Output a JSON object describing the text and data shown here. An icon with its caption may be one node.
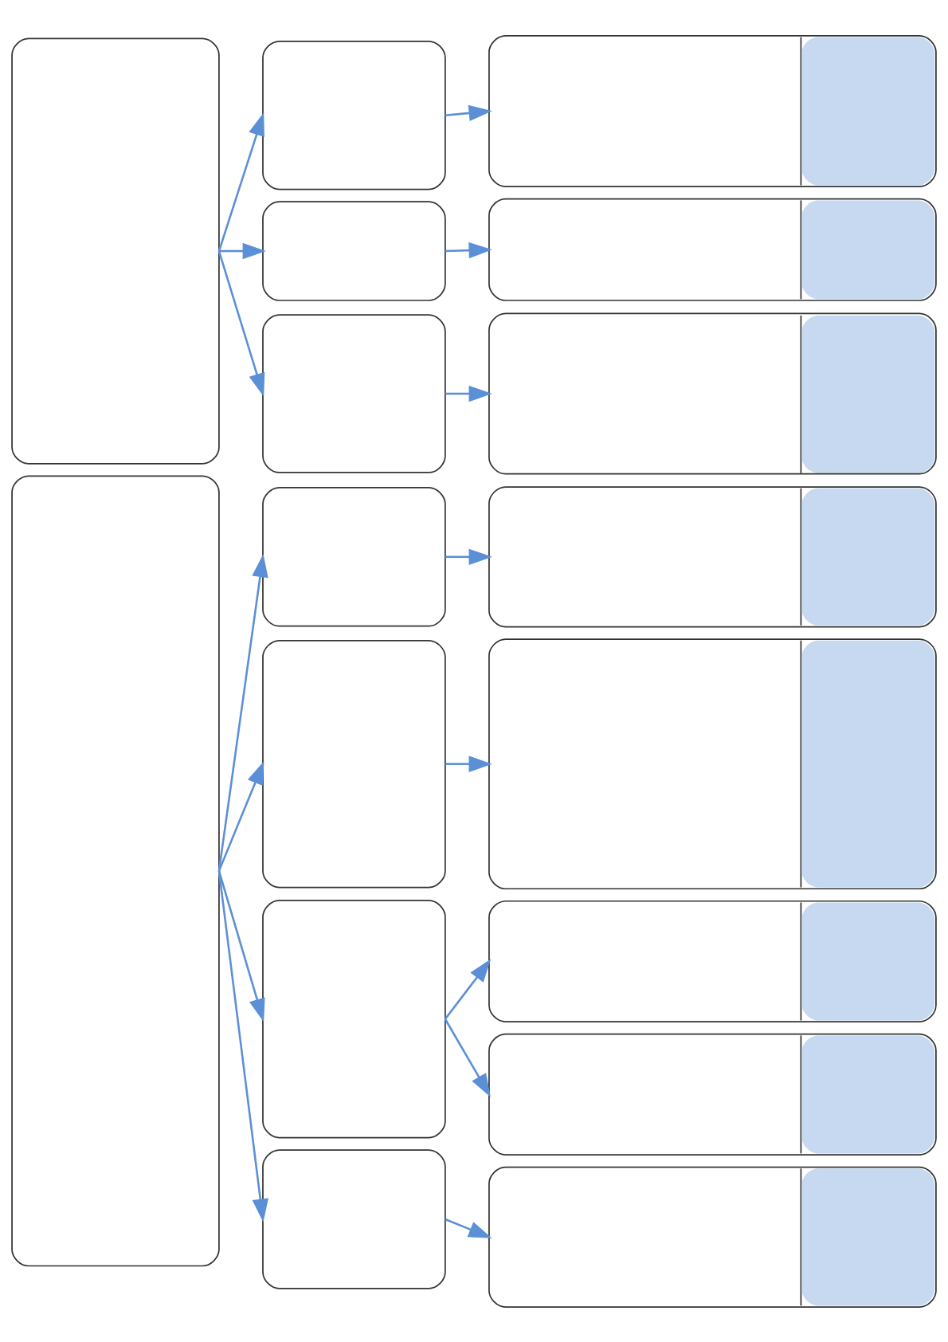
{
  "diagram": {
    "nodes": [
      {
        "text": [],
        "shape": "box"
      },
      {
        "text": [],
        "shape": "box"
      },
      {
        "text": [],
        "shape": "box"
      },
      {
        "text": [],
        "shape": "box"
      },
      {
        "text": [],
        "shape": "box"
      },
      {
        "text": [],
        "shape": "box"
      },
      {
        "text": [],
        "shape": "box"
      },
      {
        "text": [],
        "shape": "box"
      },
      {
        "text": [],
        "shape": "box"
      },
      {
        "text": [],
        "shape": "box"
      },
      {
        "text": [],
        "shape": "box"
      },
      {
        "text": [],
        "shape": "box"
      },
      {
        "text": [],
        "shape": "box"
      },
      {
        "text": [],
        "shape": "box"
      },
      {
        "text": [],
        "shape": "box"
      },
      {
        "text": [],
        "shape": "box"
      },
      {
        "text": [],
        "shape": "box"
      }
    ],
    "edges": [
      {
        "from": 0,
        "to": 1,
        "arrow": "to"
      },
      {
        "from": 1,
        "to": 2,
        "arrow": "to"
      },
      {
        "from": 0,
        "to": 3,
        "arrow": "to"
      },
      {
        "from": 3,
        "to": 4,
        "arrow": "to"
      },
      {
        "from": 0,
        "to": 5,
        "arrow": "to"
      },
      {
        "from": 5,
        "to": 6,
        "arrow": "to"
      },
      {
        "from": 7,
        "to": 8,
        "arrow": "to"
      },
      {
        "from": 8,
        "to": 9,
        "arrow": "to"
      },
      {
        "from": 7,
        "to": 10,
        "arrow": "to"
      },
      {
        "from": 10,
        "to": 11,
        "arrow": "to"
      },
      {
        "from": 7,
        "to": 12,
        "arrow": "to"
      },
      {
        "from": 12,
        "to": 13,
        "arrow": "to"
      },
      {
        "from": 12,
        "to": 14,
        "arrow": "to"
      },
      {
        "from": 7,
        "to": 15,
        "arrow": "to"
      },
      {
        "from": 15,
        "to": 16,
        "arrow": "to"
      }
    ]
  }
}
